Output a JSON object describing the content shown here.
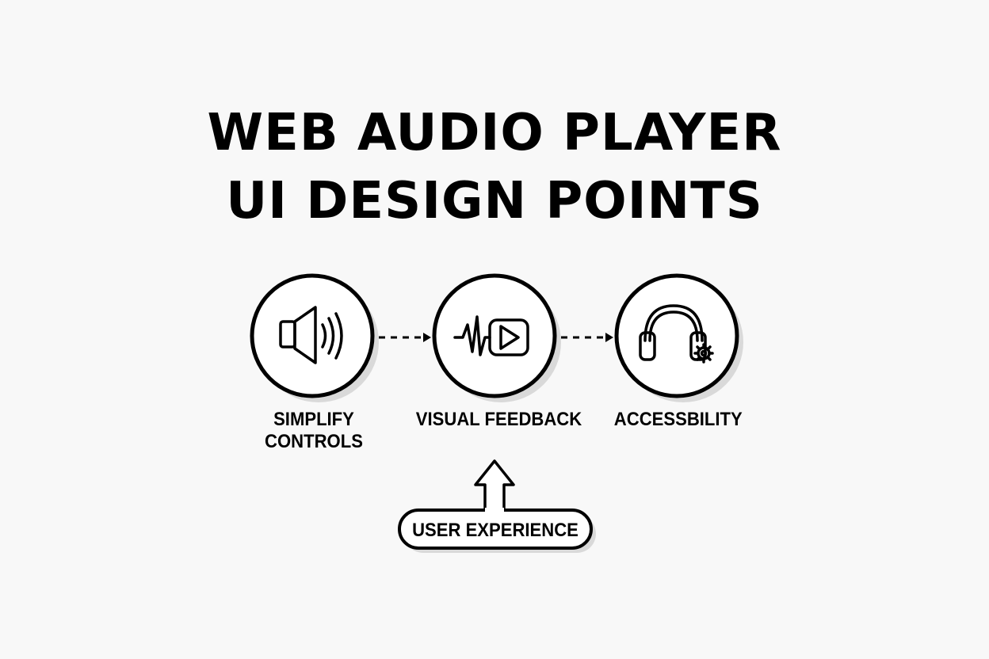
{
  "title": {
    "line1": "WEB AUDIO PLAYER",
    "line2": "UI DESIGN POINTS"
  },
  "nodes": [
    {
      "icon": "speaker-icon",
      "label_line1": "SIMPLIFY",
      "label_line2": "CONTROLS"
    },
    {
      "icon": "waveform-play-icon",
      "label_line1": "VISUAL FEEDBACK",
      "label_line2": ""
    },
    {
      "icon": "headphones-gear-icon",
      "label_line1": "ACCESSBILITY",
      "label_line2": ""
    }
  ],
  "callout": {
    "label": "USER EXPERIENCE",
    "icon": "up-arrow-icon"
  },
  "colors": {
    "background": "#f8f8f8",
    "stroke": "#000000",
    "shadow": "#d9d9d9"
  }
}
